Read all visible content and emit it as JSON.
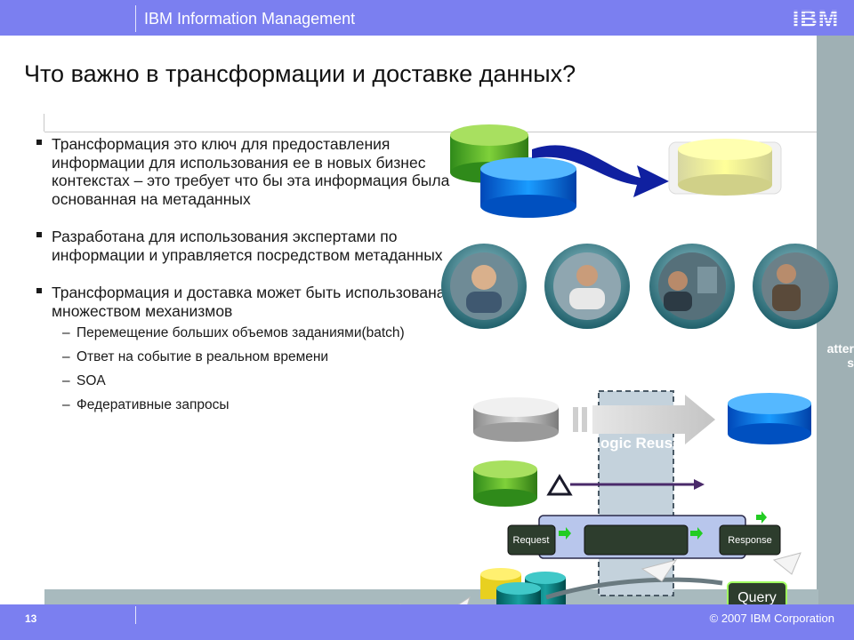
{
  "header": {
    "title": "IBM Information Management",
    "logo_text": "IBM"
  },
  "slide": {
    "heading": "Что важно в трансформации и доставке данных?",
    "bullets": [
      {
        "text": "Трансформация это ключ для предоставления информации для использования ее в новых бизнес контекстах – это требует что бы эта информация была основанная на метаданных"
      },
      {
        "text": "Разработана для использования экспертами по информации и управляется посредством метаданных"
      },
      {
        "text": "Трансформация и доставка может быть использована множеством механизмов"
      }
    ],
    "subitems": [
      "Перемещение больших объемов заданиями(batch)",
      "Ответ на событие в реальном времени",
      "SOA",
      "Федеративные запросы"
    ]
  },
  "diagram": {
    "logic_reuse": "Logic Reuse",
    "request": "Request",
    "response": "Response",
    "query": "Query"
  },
  "side_text": "atter s",
  "footer": {
    "page_number": "13",
    "copyright": "© 2007 IBM Corporation"
  },
  "colors": {
    "bar": "#7b7ff0",
    "strip": "#9fb0b4"
  }
}
